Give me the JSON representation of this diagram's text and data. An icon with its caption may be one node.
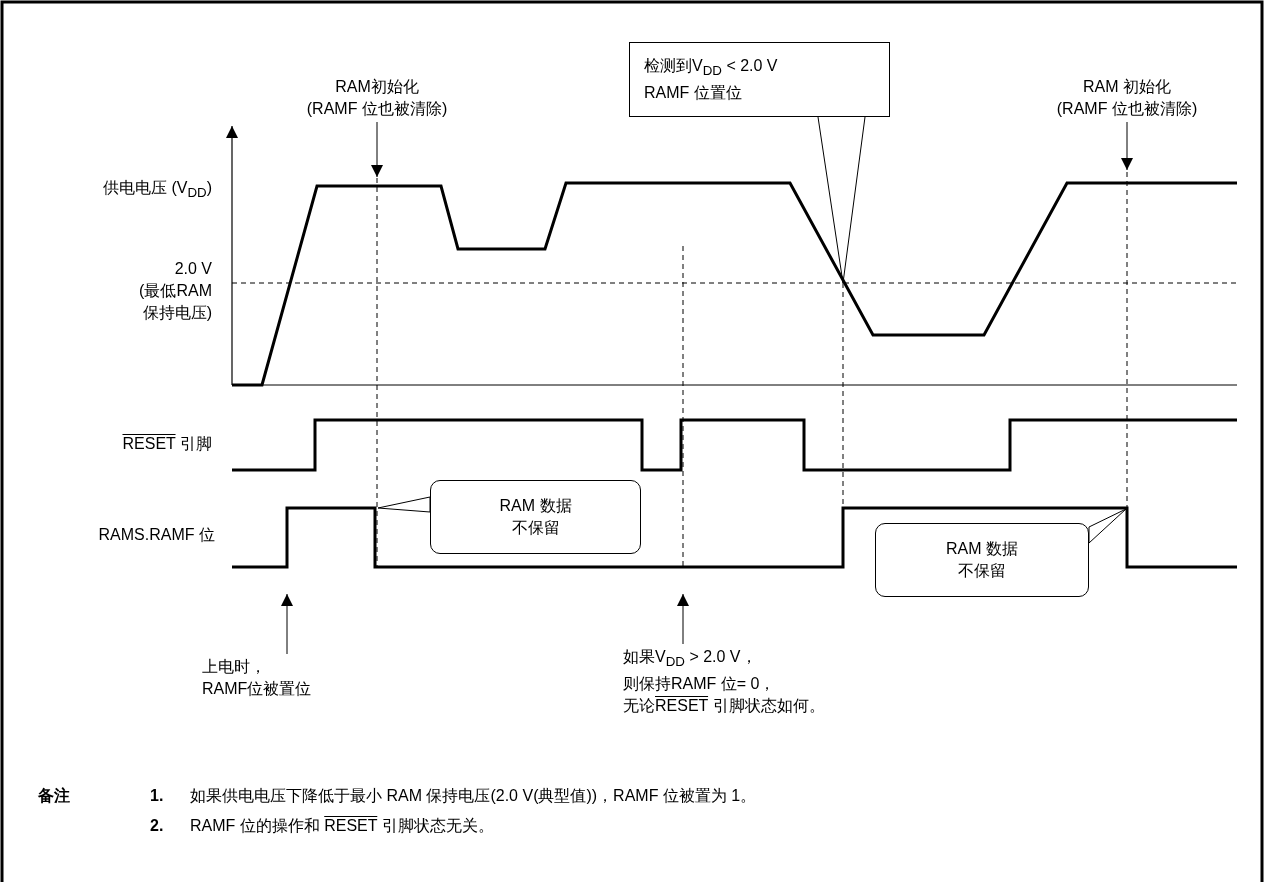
{
  "diagram": {
    "nodes": [
      {
        "text": [
          "RAM初始化(RAMF 位也被清除)"
        ]
      },
      {
        "text": [
          "检测到V$_{DD}$ < 2.0 V RAMF 位置位"
        ]
      },
      {
        "text": [
          "RAM 初始化(RAMF 位也被清除)"
        ]
      },
      {
        "text": [
          "RAM 数据不保留"
        ]
      },
      {
        "text": [
          "RAM 数据不保留"
        ]
      },
      {
        "text": [
          "上电时，RAMF位被置位"
        ]
      },
      {
        "text": [
          "如果V$_{DD}$ > 2.0 V，则保持RAMF 位= 0，无论RESET 引脚状态如何。"
        ]
      }
    ],
    "edges": [
      {
        "from": 0,
        "to": null,
        "arrow": "to"
      },
      {
        "from": 1,
        "to": null,
        "arrow": "none"
      },
      {
        "from": 2,
        "to": null,
        "arrow": "to"
      },
      {
        "from": 3,
        "to": null,
        "arrow": "to"
      },
      {
        "from": 4,
        "to": null,
        "arrow": "to"
      },
      {
        "from": 5,
        "to": null,
        "arrow": "to"
      },
      {
        "from": 6,
        "to": null,
        "arrow": "to"
      }
    ],
    "labels": [
      "供电电压 (V$_{DD}$)",
      "2.0 V",
      "(最低RAM保持电压)",
      "RESET 引脚",
      "RAMS.RAMF 位",
      "备注",
      "1.",
      "如果供电电压下降低于最小 RAM 保持电压(2.0 V(典型值))，RAMF 位被置为 1。",
      "2.",
      "RAMF 位的操作和 RESET 引脚状态无关。"
    ]
  }
}
